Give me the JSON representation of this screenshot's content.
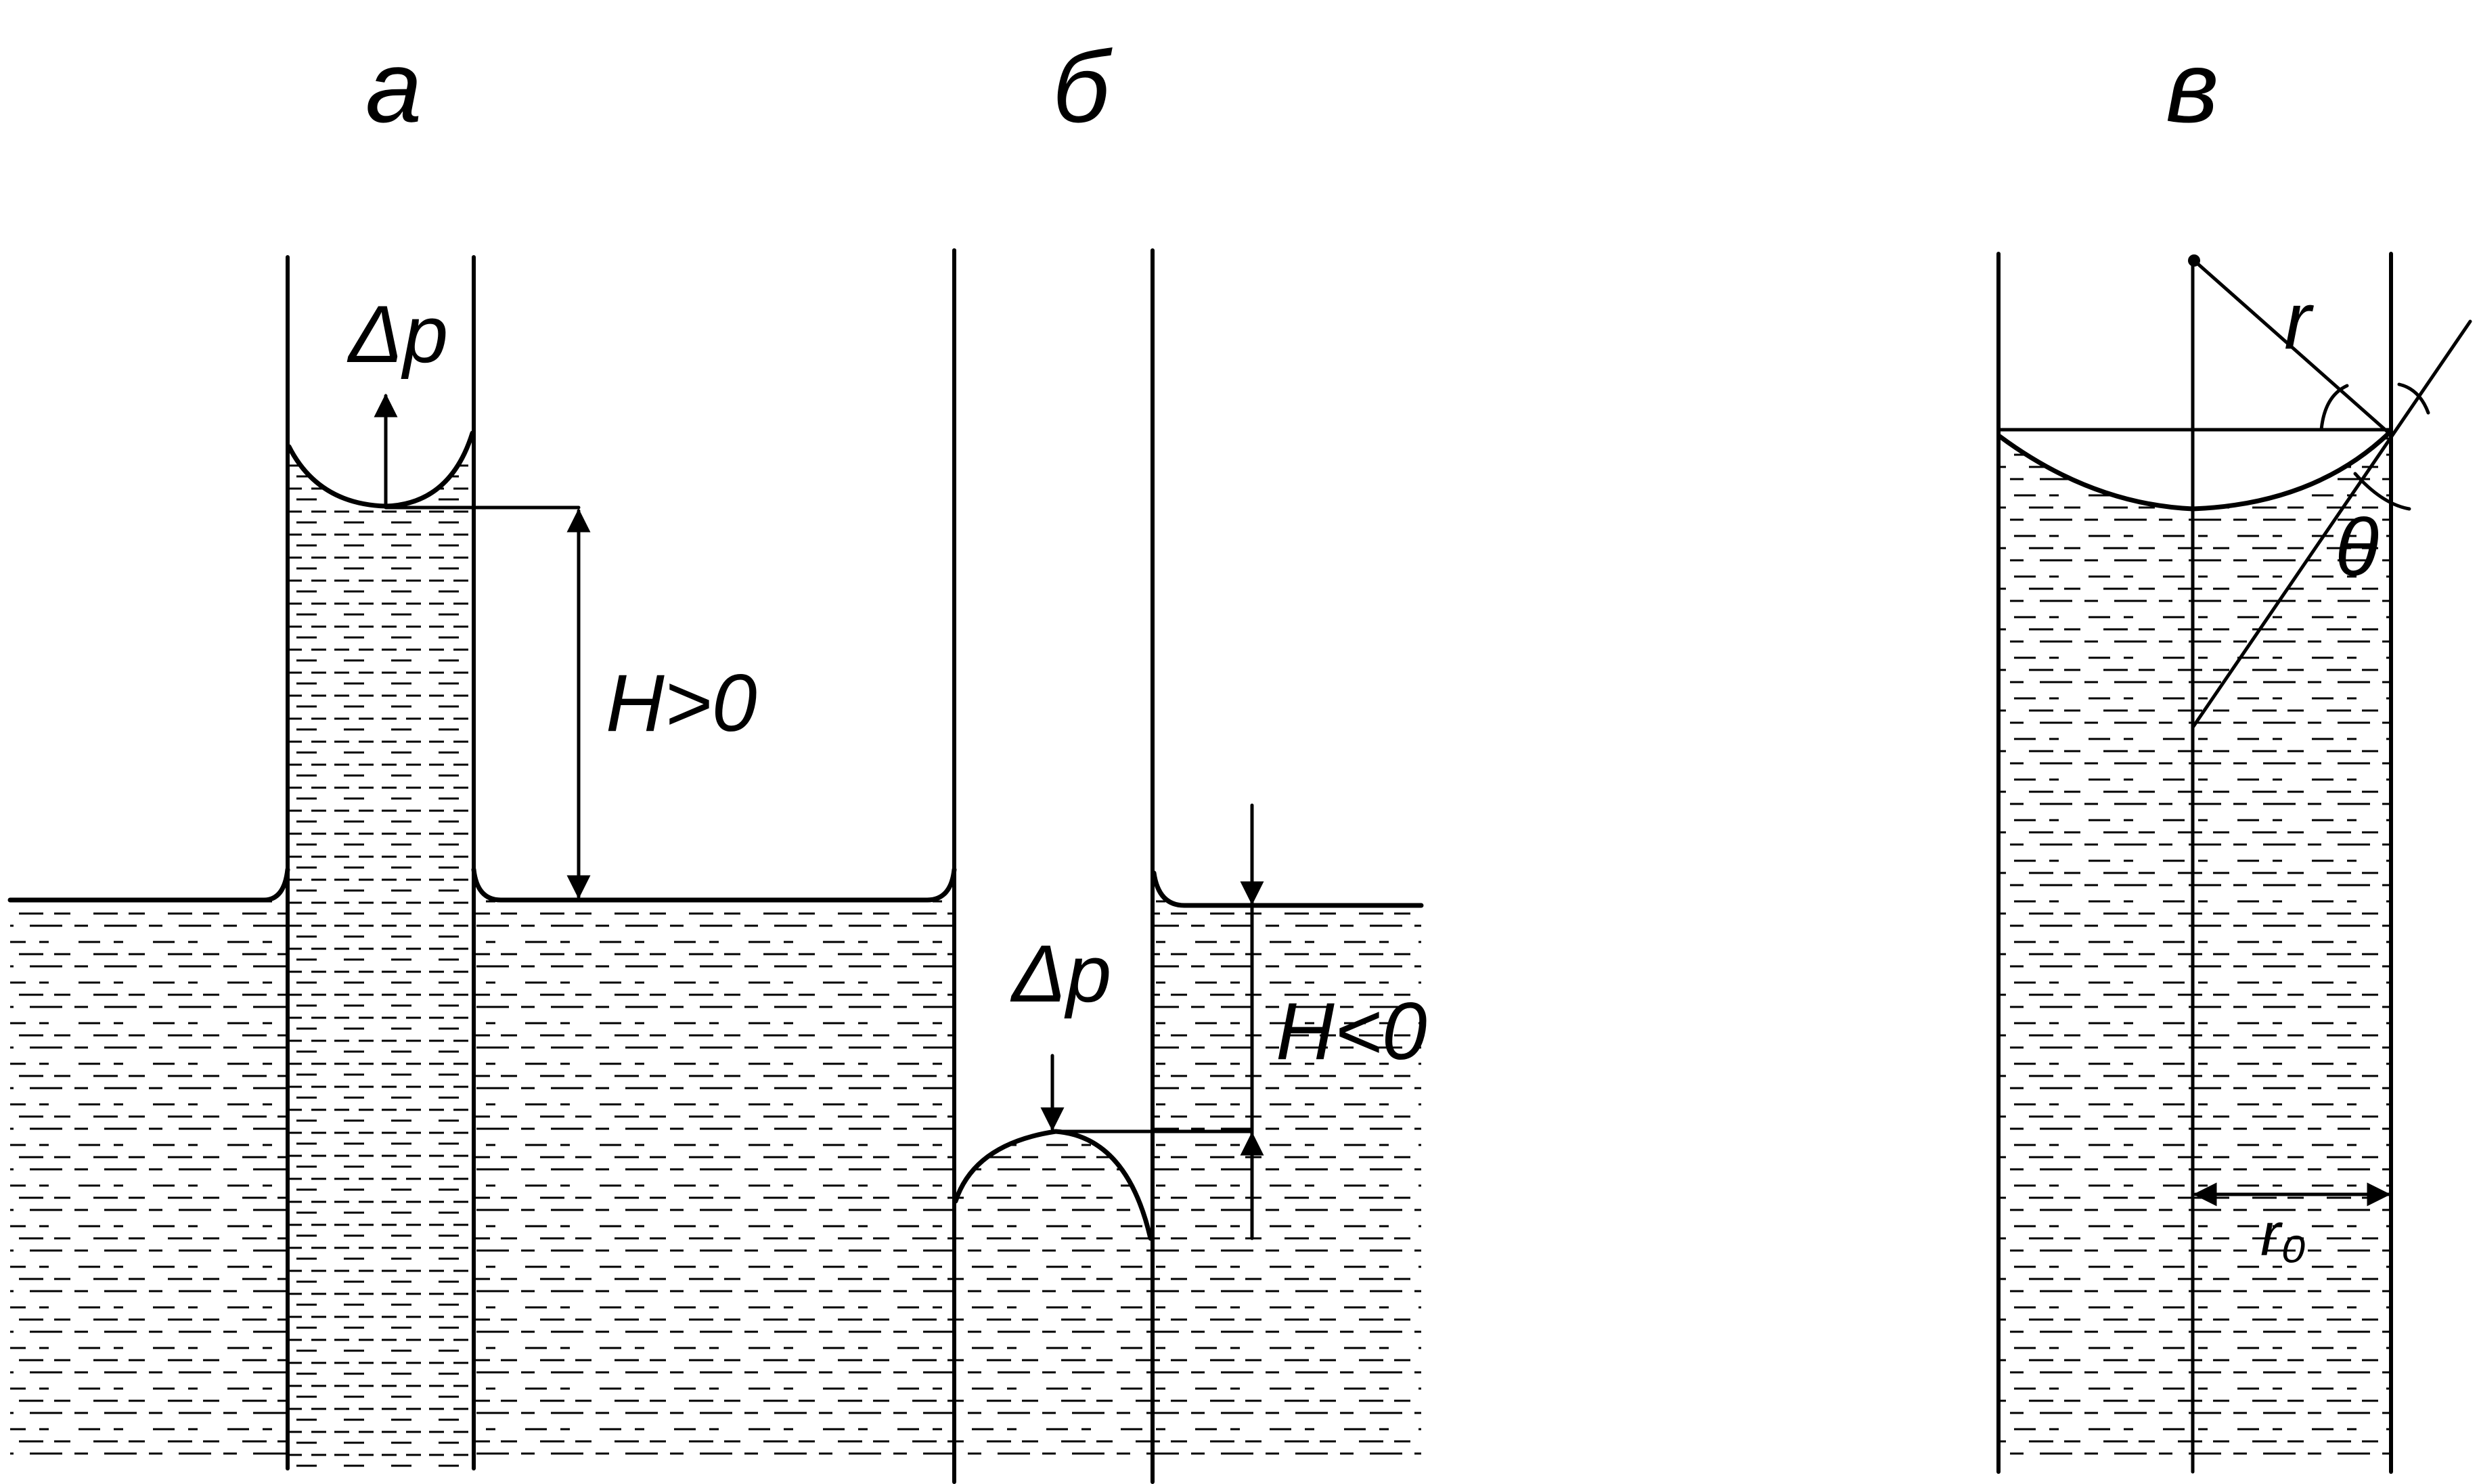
{
  "figure": {
    "panel_a": {
      "label": "a",
      "pressure": "Δp",
      "height": "H>0"
    },
    "panel_b": {
      "label": "б",
      "pressure": "Δp",
      "height": "H<0"
    },
    "panel_c": {
      "label": "в",
      "radius": "r",
      "angle": "θ",
      "tube_radius": "r₀"
    }
  }
}
